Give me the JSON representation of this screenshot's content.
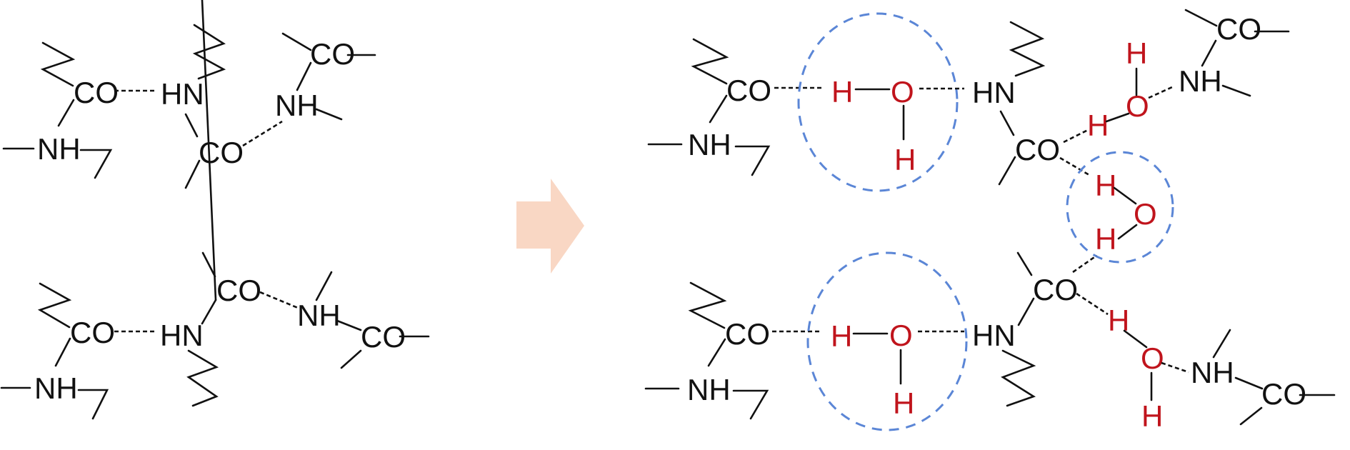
{
  "diagram": {
    "description": "Hydrogen bonds between amide groups, before and after water molecules insert",
    "colors": {
      "atom_text": "#111111",
      "water_atom_text": "#c0141c",
      "water_highlight_ring": "#5b86d6",
      "arrow": "#f9d7c4"
    },
    "left_panel": {
      "top": {
        "co1": "CO",
        "nh1": "NH",
        "hn": "HN",
        "co2": "CO",
        "nh2": "NH",
        "co3": "CO"
      },
      "bottom": {
        "co1": "CO",
        "nh1": "NH",
        "hn": "HN",
        "co2": "CO",
        "nh2": "NH",
        "co3": "CO"
      }
    },
    "transition_arrow": {
      "icon": "right-arrow"
    },
    "right_panel": {
      "top": {
        "co1": "CO",
        "nh1": "NH",
        "hn": "HN",
        "co2": "CO",
        "nh2": "NH",
        "co3": "CO"
      },
      "bottom": {
        "co1": "CO",
        "nh1": "NH",
        "hn": "HN",
        "co2": "CO",
        "nh2": "NH",
        "co3": "CO"
      },
      "water_top_left": {
        "h1": "H",
        "o": "O",
        "h2": "H"
      },
      "water_top_right": {
        "h1": "H",
        "o": "O",
        "h2": "H"
      },
      "water_middle": {
        "h1": "H",
        "o": "O",
        "h2": "H"
      },
      "water_bottom_left": {
        "h1": "H",
        "o": "O",
        "h2": "H"
      },
      "water_bottom_right": {
        "h1": "H",
        "o": "O",
        "h2": "H"
      }
    }
  }
}
